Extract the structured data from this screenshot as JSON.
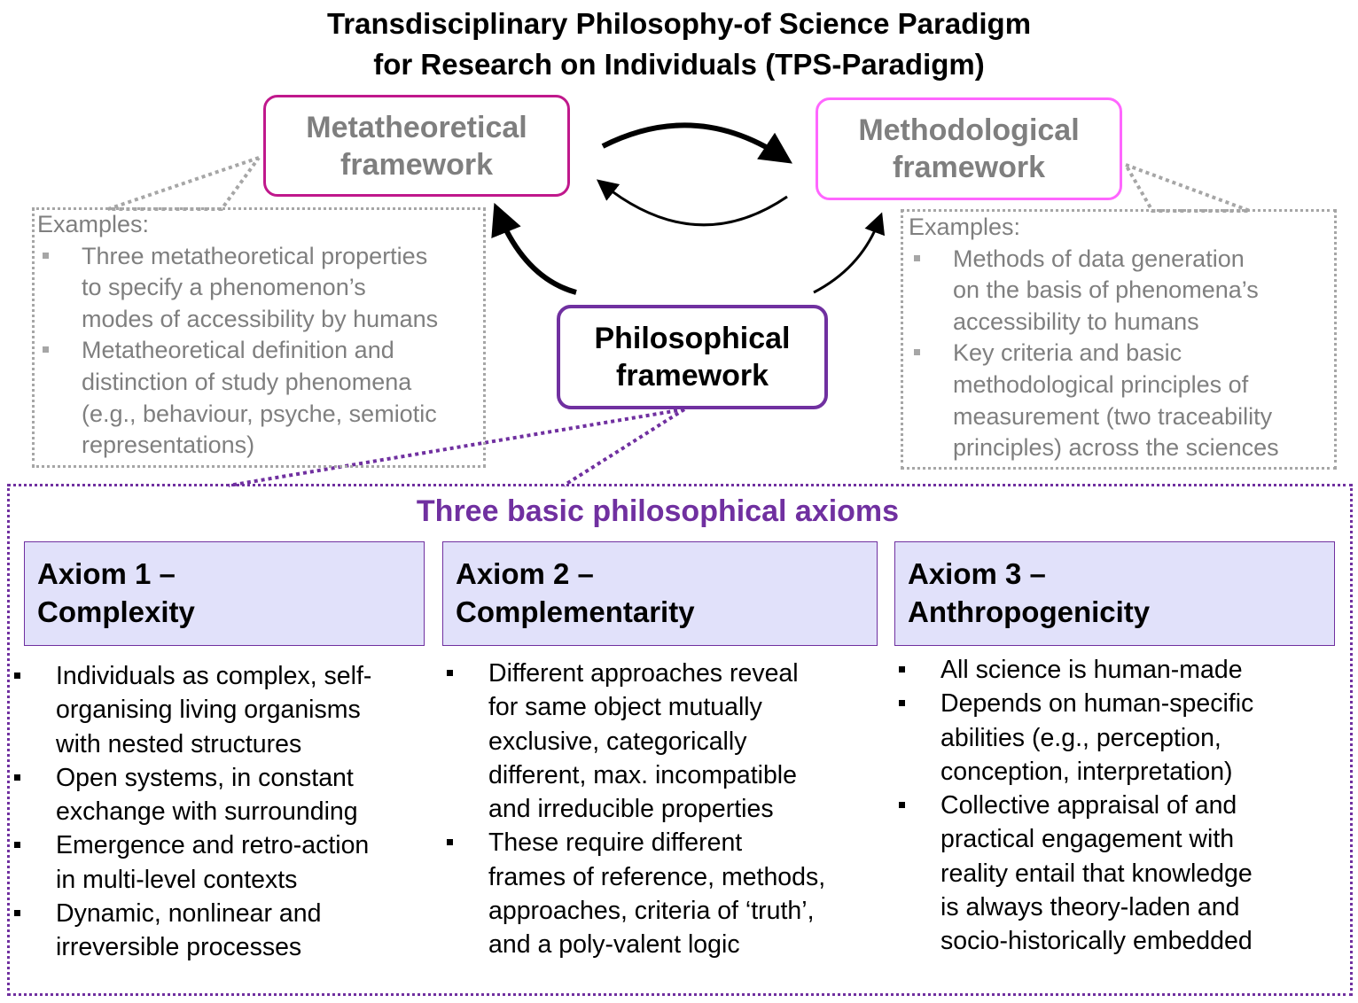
{
  "title": {
    "line1": "Transdisciplinary Philosophy-of Science Paradigm",
    "line2": "for Research on Individuals (TPS-Paradigm)"
  },
  "metatheoretical": {
    "line1": "Metatheoretical",
    "line2": "framework"
  },
  "methodological": {
    "line1": "Methodological",
    "line2": "framework"
  },
  "philosophical": {
    "line1": "Philosophical",
    "line2": "framework"
  },
  "examples_left": {
    "heading": "Examples:",
    "items": [
      [
        "Three metatheoretical properties",
        "to specify a phenomenon’s",
        "modes of accessibility by humans"
      ],
      [
        "Metatheoretical definition and",
        "distinction of study phenomena",
        "(e.g., behaviour, psyche, semiotic",
        "representations)"
      ]
    ]
  },
  "examples_right": {
    "heading": "Examples:",
    "items": [
      [
        "Methods of data generation",
        "on the basis of phenomena’s",
        "accessibility to humans"
      ],
      [
        "Key criteria and basic",
        "methodological principles of",
        "measurement (two traceability",
        "principles) across the sciences"
      ]
    ]
  },
  "axioms_title": "Three basic philosophical axioms",
  "axioms": [
    {
      "heading1": "Axiom 1 –",
      "heading2": "Complexity",
      "items": [
        [
          "Individuals as complex, self-",
          "organising living organisms",
          "with nested structures"
        ],
        [
          "Open systems, in constant",
          "exchange with surrounding"
        ],
        [
          "Emergence and retro-action",
          "in multi-level contexts"
        ],
        [
          "Dynamic, nonlinear and",
          "irreversible processes"
        ]
      ]
    },
    {
      "heading1": "Axiom 2 –",
      "heading2": "Complementarity",
      "items": [
        [
          "Different approaches reveal",
          "for same object mutually",
          "exclusive, categorically",
          "different, max. incompatible",
          "and irreducible properties"
        ],
        [
          "These require different",
          "frames of reference, methods,",
          "approaches, criteria of ‘truth’,",
          "and a poly-valent logic"
        ]
      ]
    },
    {
      "heading1": "Axiom 3 –",
      "heading2": "Anthropogenicity",
      "items": [
        [
          "All science is human-made"
        ],
        [
          "Depends on human-specific",
          "abilities (e.g., perception,",
          "conception, interpretation)"
        ],
        [
          "Collective appraisal of and",
          "practical engagement with",
          "reality entail that knowledge",
          "is always theory-laden and",
          "socio-historically embedded"
        ]
      ]
    }
  ],
  "colors": {
    "metatheoretical_border": "#c0188c",
    "methodological_border": "#ff66ff",
    "philosophical_border": "#7030a0",
    "axiom_title": "#7030a0",
    "axiom_header_bg": "#e1e1fa",
    "examples_text": "#7f7f7f",
    "examples_border": "#a6a6a6"
  }
}
